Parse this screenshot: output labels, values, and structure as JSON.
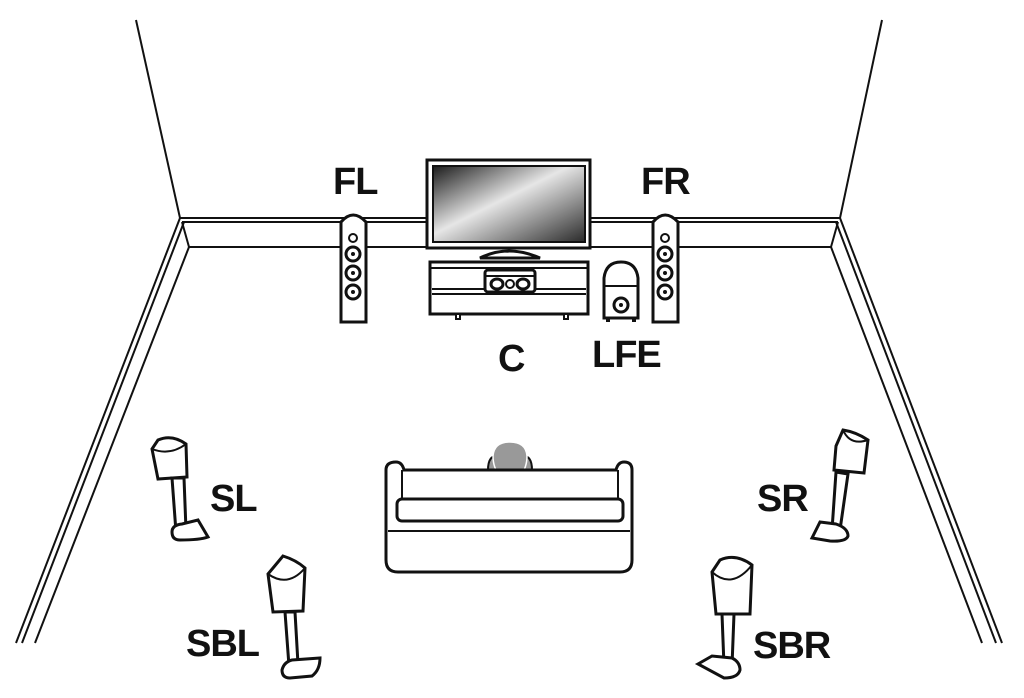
{
  "diagram": {
    "title": "Speaker layout (7.1 channel)",
    "labels": {
      "front_left": "FL",
      "front_right": "FR",
      "center": "C",
      "subwoofer": "LFE",
      "surround_left": "SL",
      "surround_right": "SR",
      "surround_back_left": "SBL",
      "surround_back_right": "SBR"
    },
    "colors": {
      "line": "#111111",
      "background": "#ffffff",
      "listener": "#999999",
      "screen_light": "#e8e8e8",
      "screen_dark": "#1a1a1a"
    }
  }
}
